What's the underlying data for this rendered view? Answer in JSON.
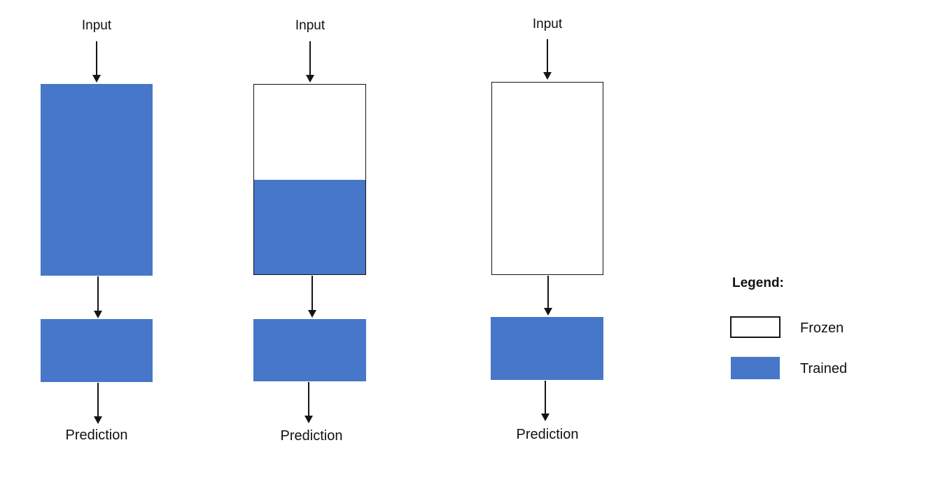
{
  "diagram": {
    "columns": [
      {
        "name": "fully-trained",
        "input_label": "Input",
        "prediction_label": "Prediction",
        "backbone_state": "trained",
        "backbone_trained_fraction": 1.0,
        "head_state": "trained"
      },
      {
        "name": "partially-frozen",
        "input_label": "Input",
        "prediction_label": "Prediction",
        "backbone_state": "top-frozen-bottom-trained",
        "backbone_trained_fraction": 0.5,
        "head_state": "trained"
      },
      {
        "name": "fully-frozen",
        "input_label": "Input",
        "prediction_label": "Prediction",
        "backbone_state": "frozen",
        "backbone_trained_fraction": 0.0,
        "head_state": "trained"
      }
    ],
    "legend": {
      "title": "Legend:",
      "items": [
        {
          "label": "Frozen",
          "swatch": "frozen-white-outlined"
        },
        {
          "label": "Trained",
          "swatch": "trained-blue"
        }
      ]
    },
    "colors": {
      "trained": "#4677c8",
      "frozen": "#ffffff",
      "stroke": "#141414",
      "background": "#ffffff"
    }
  }
}
